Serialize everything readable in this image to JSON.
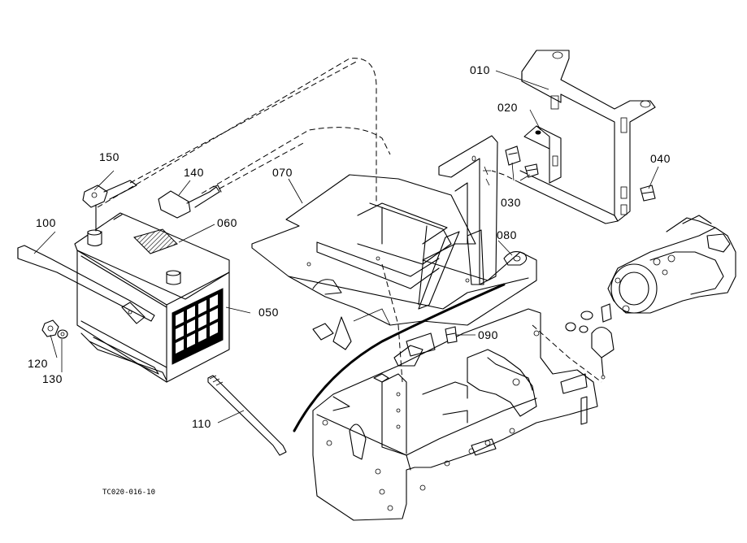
{
  "diagram": {
    "callouts": {
      "c010": "010",
      "c020": "020",
      "c030": "030",
      "c040": "040",
      "c050": "050",
      "c060": "060",
      "c070": "070",
      "c080": "080",
      "c090": "090",
      "c100": "100",
      "c110": "110",
      "c120": "120",
      "c130": "130",
      "c140": "140",
      "c150": "150"
    },
    "reference_code": "TC020-016-10"
  }
}
